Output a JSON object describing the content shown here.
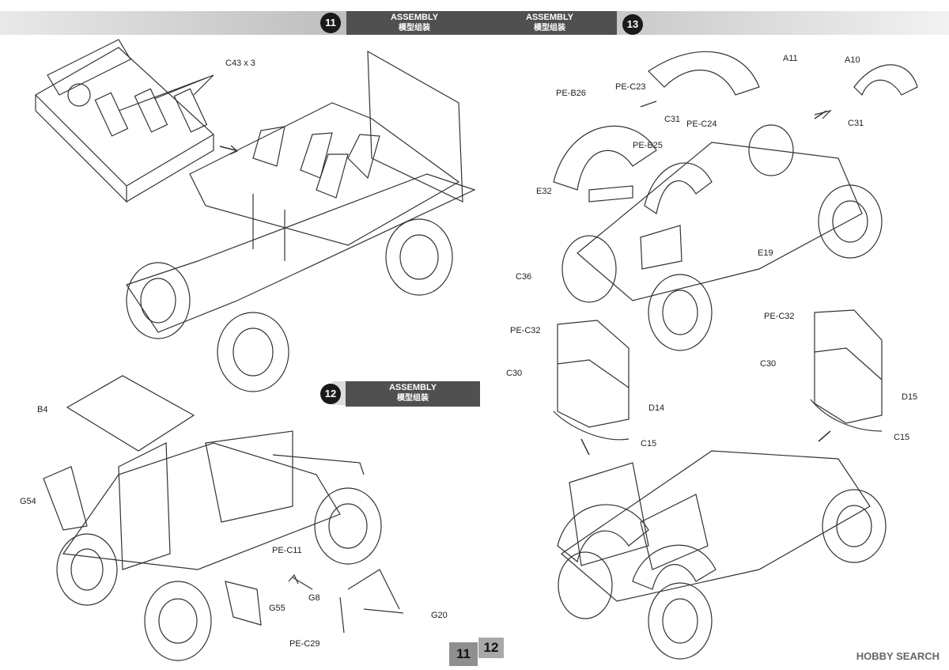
{
  "steps": [
    {
      "number": "11",
      "title_en": "ASSEMBLY",
      "title_zh": "模型组装"
    },
    {
      "number": "13",
      "title_en": "ASSEMBLY",
      "title_zh": "模型组装"
    },
    {
      "number": "12",
      "title_en": "ASSEMBLY",
      "title_zh": "模型组装"
    }
  ],
  "labels": {
    "c43": "C43  x 3",
    "a11": "A11",
    "a10": "A10",
    "pe_b26": "PE-B26",
    "pe_c23": "PE-C23",
    "c31a": "C31",
    "pe_c24": "PE-C24",
    "c31b": "C31",
    "pe_b25": "PE-B25",
    "e32": "E32",
    "e19": "E19",
    "c36": "C36",
    "pe_c32a": "PE-C32",
    "pe_c32b": "PE-C32",
    "c30a": "C30",
    "c30b": "C30",
    "d14": "D14",
    "d15": "D15",
    "c15a": "C15",
    "c15b": "C15",
    "b4": "B4",
    "g54": "G54",
    "pe_c11": "PE-C11",
    "g8": "G8",
    "g55": "G55",
    "g20": "G20",
    "pe_c29": "PE-C29"
  },
  "pages": {
    "left": "11",
    "right": "12"
  },
  "watermark": "HOBBY SEARCH"
}
